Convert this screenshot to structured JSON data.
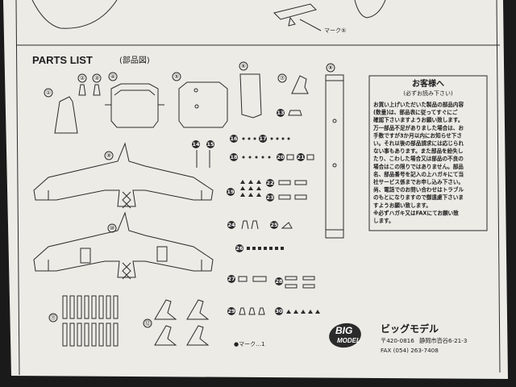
{
  "header": {
    "title": "PARTS LIST",
    "subtitle": "(部品図)",
    "mark_top": "マーク⑤"
  },
  "parts": {
    "p1": "①",
    "p2": "②",
    "p3": "③",
    "p4": "④",
    "p5": "⑤",
    "p6": "⑥",
    "p7": "⑦",
    "p8": "⑧",
    "p9": "⑨",
    "p10": "⑩",
    "p11": "⑪",
    "p12": "⑫",
    "p13": "13",
    "p14": "14",
    "p15": "15",
    "p16": "16",
    "p17": "17",
    "p18": "18",
    "p19": "19",
    "p20": "20",
    "p21": "21",
    "p22": "22",
    "p23": "23",
    "p24": "24",
    "p25": "25",
    "p26": "26",
    "p27": "27",
    "p28": "28",
    "p29": "29",
    "p30": "30"
  },
  "mark_bottom": "●マーク…1",
  "notice": {
    "heading": "お客様へ",
    "subheading": "(必ずお読み下さい)",
    "lines": [
      "お買い上げいただいた製品の部品内容",
      "(数量)は、部品表に従ってすぐにご",
      "確認下さいますようお願い致します。",
      "万一部品不足がありました場合は、お",
      "手数ですが3か月以内にお知らせ下さ",
      "い。それ以後の部品請求には応じられ",
      "ない事もあります。また部品を紛失し",
      "たり、こわした場合又は部品の不良の",
      "場合はこの限りではありません。部品",
      "名、部品番号を記入の上ハガキにて当",
      "社サービス係までお申し込み下さい。",
      "尚、電話でのお問い合わせはトラブル",
      "のもとになりますので御遠慮下さいま",
      "すようお願い致します。",
      "※必ずハガキ又はFAXにてお願い致",
      "します。"
    ]
  },
  "company": {
    "logo_top": "BIG",
    "logo_bottom": "MODEL",
    "name": "ビッグモデル",
    "postal": "〒420-0816",
    "address": "静岡市沓谷6-21-3",
    "fax": "FAX (054) 263-7408"
  },
  "colors": {
    "paper": "#ecebe6",
    "ink": "#2b2b2b",
    "background": "#1a1a1a"
  }
}
